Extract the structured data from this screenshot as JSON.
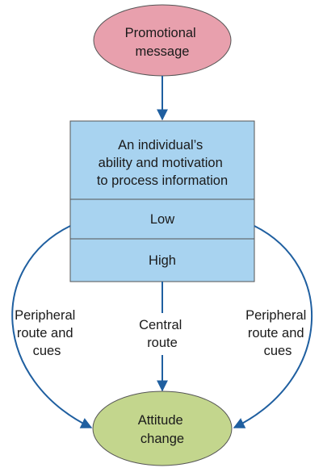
{
  "colors": {
    "message_fill": "#e8a0ad",
    "box_fill": "#a8d3f0",
    "attitude_fill": "#c3d68d",
    "arrow": "#1f5fa0",
    "border": "#555555"
  },
  "nodes": {
    "message": {
      "line1": "Promotional",
      "line2": "message"
    },
    "ability": {
      "line1": "An individual’s",
      "line2": "ability and motivation",
      "line3": "to process information"
    },
    "low": "Low",
    "high": "High",
    "attitude": {
      "line1": "Attitude",
      "line2": "change"
    }
  },
  "edges": {
    "left": {
      "line1": "Peripheral",
      "line2": "route and",
      "line3": "cues"
    },
    "center": {
      "line1": "Central",
      "line2": "route"
    },
    "right": {
      "line1": "Peripheral",
      "line2": "route and",
      "line3": "cues"
    }
  }
}
